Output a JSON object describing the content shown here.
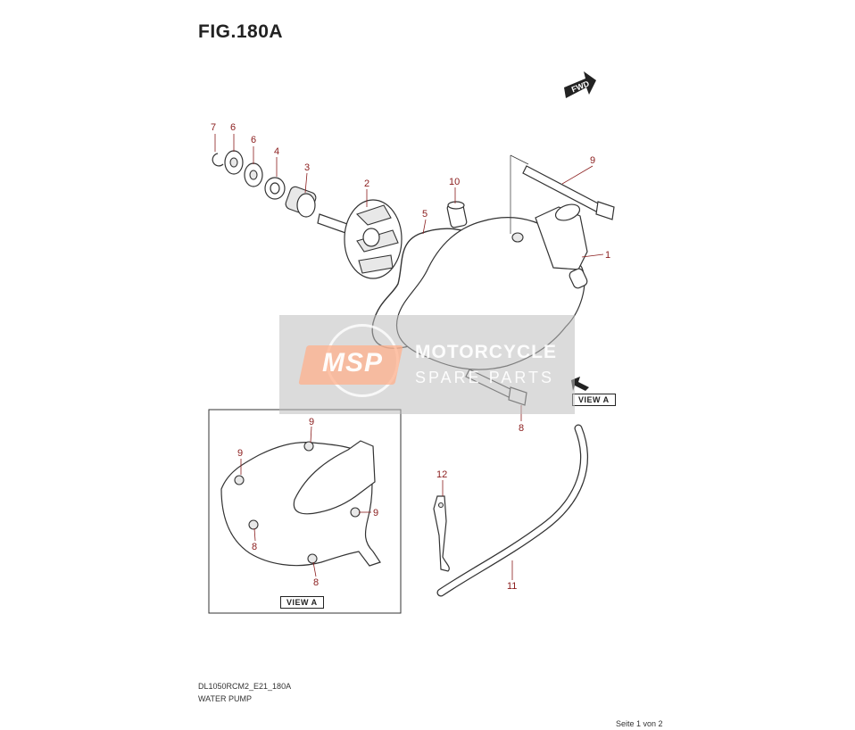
{
  "figure": {
    "title": "FIG.180A",
    "fwd_label": "FWD",
    "view_label_main": "VIEW A",
    "view_label_inset": "VIEW A"
  },
  "callouts": {
    "c7": "7",
    "c6a": "6",
    "c6b": "6",
    "c4": "4",
    "c3": "3",
    "c2": "2",
    "c10": "10",
    "c5": "5",
    "c9": "9",
    "c1": "1",
    "c8": "8",
    "c12": "12",
    "c11": "11",
    "inset_9a": "9",
    "inset_9b": "9",
    "inset_9c": "9",
    "inset_8a": "8",
    "inset_8b": "8"
  },
  "watermark": {
    "logo": "MSP",
    "line1": "MOTORCYCLE",
    "line2": "SPARE PARTS"
  },
  "footer": {
    "model_code": "DL1050RCM2_E21_180A",
    "group_name": "WATER PUMP",
    "page": "Seite 1 von 2"
  }
}
